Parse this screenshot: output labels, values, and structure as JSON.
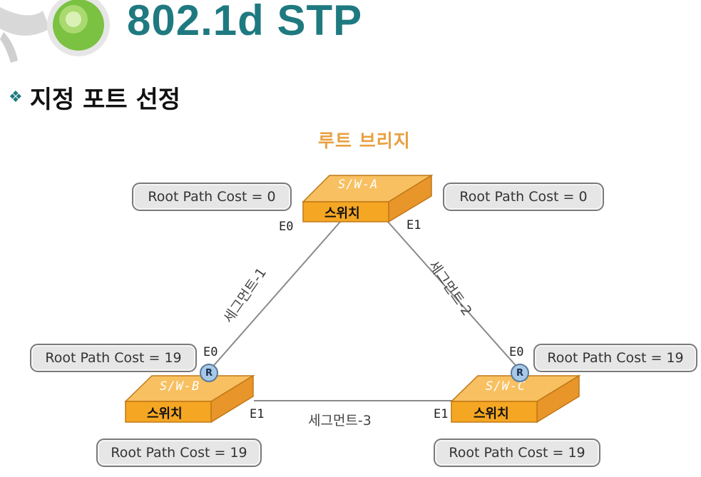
{
  "header": {
    "title": "802.1d STP",
    "subtitle": "지정 포트 선정",
    "bullet": "❖"
  },
  "diagram": {
    "root_bridge_label": "루트 브리지",
    "switches": [
      {
        "id": "a",
        "top_label": "S/W-A",
        "front_label": "스위치"
      },
      {
        "id": "b",
        "top_label": "S/W-B",
        "front_label": "스위치"
      },
      {
        "id": "c",
        "top_label": "S/W-C",
        "front_label": "스위치"
      }
    ],
    "costs": {
      "a_left": "Root Path Cost = 0",
      "a_right": "Root Path Cost = 0",
      "b_top": "Root Path Cost = 19",
      "b_bottom": "Root Path Cost = 19",
      "c_top": "Root Path Cost = 19",
      "c_bottom": "Root Path Cost = 19"
    },
    "ports": {
      "a_e0": "E0",
      "a_e1": "E1",
      "b_e0": "E0",
      "b_e1": "E1",
      "c_e0": "E0",
      "c_e1": "E1"
    },
    "segments": {
      "seg1": "세그먼트-1",
      "seg2": "세그먼트-2",
      "seg3": "세그먼트-3"
    },
    "root_port_badge": "R",
    "colors": {
      "switch_front": "#f5a623",
      "switch_top": "#f8c060",
      "title": "#1f7a80",
      "root_label": "#e8a040"
    }
  }
}
